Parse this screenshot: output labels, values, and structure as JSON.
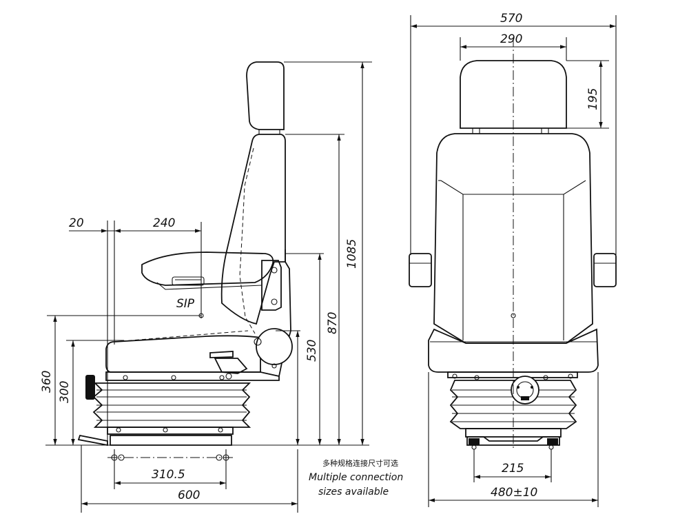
{
  "dimensions": {
    "side": {
      "d20": "20",
      "d240": "240",
      "sip": "SIP",
      "d360": "360",
      "d300": "300",
      "d530": "530",
      "d870": "870",
      "d1085": "1085",
      "d310_5": "310.5",
      "d600": "600"
    },
    "front": {
      "d570": "570",
      "d290": "290",
      "d195": "195",
      "d215": "215",
      "d480": "480±10"
    }
  },
  "note": {
    "chinese": "多种规格连接尺寸可选",
    "line1": "Multiple connection",
    "line2": "sizes available"
  }
}
